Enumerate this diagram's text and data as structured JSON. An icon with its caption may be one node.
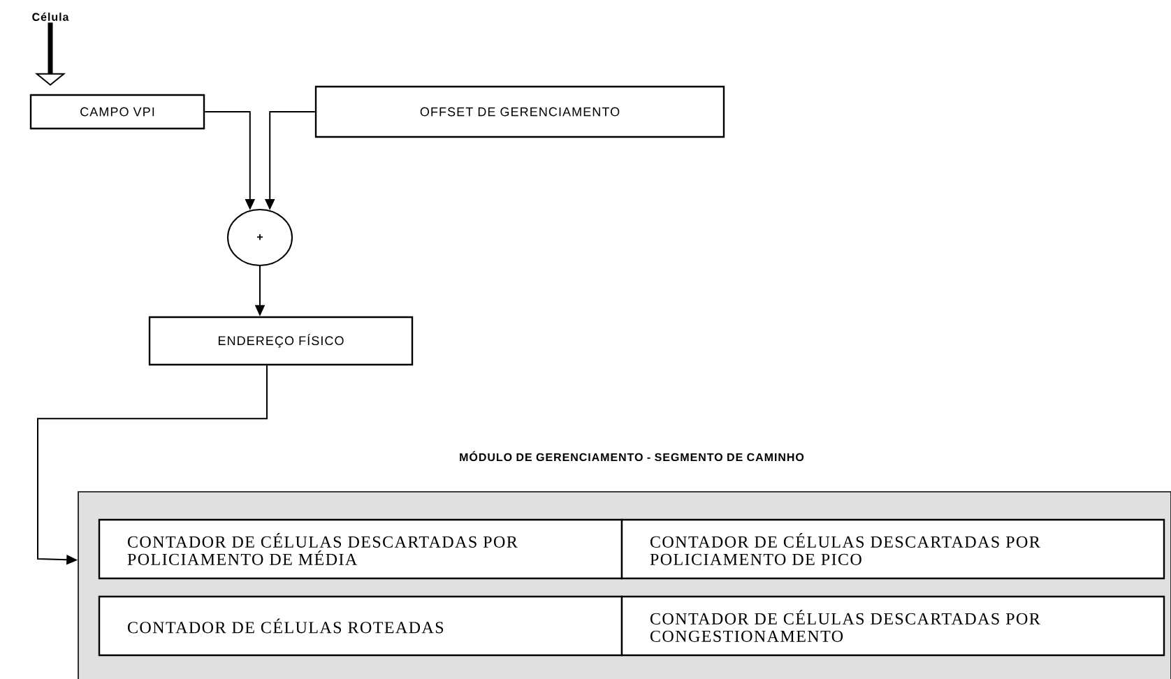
{
  "diagram": {
    "nodes": [
      {
        "text": [
          "Célula"
        ]
      },
      {
        "text": [
          "CAMPO VPI"
        ]
      },
      {
        "text": [
          "OFFSET DE GERENCIAMENTO"
        ]
      },
      {
        "text": [
          "+"
        ]
      },
      {
        "text": [
          "ENDEREÇO FÍSICO"
        ]
      },
      {
        "text": [
          "MÓDULO DE GERENCIAMENTO - SEGMENTO DE CAMINHO"
        ]
      },
      {
        "text": [
          "CONTADOR DE CÉLULAS DESCARTADAS POR POLICIAMENTO DE MÉDIA"
        ],
        "in": 5
      },
      {
        "text": [
          "CONTADOR DE CÉLULAS DESCARTADAS POR POLICIAMENTO DE PICO"
        ],
        "in": 5
      },
      {
        "text": [
          "CONTADOR DE CÉLULAS ROTEADAS"
        ],
        "in": 5
      },
      {
        "text": [
          "CONTADOR DE CÉLULAS DESCARTADAS POR CONGESTIONAMENTO"
        ],
        "in": 5
      }
    ],
    "edges": [
      {
        "from": 0,
        "to": 1,
        "arrow": "to",
        "style": "thick"
      },
      {
        "from": 1,
        "to": 3,
        "arrow": "to"
      },
      {
        "from": 2,
        "to": 3,
        "arrow": "to"
      },
      {
        "from": 3,
        "to": 4,
        "arrow": "to"
      },
      {
        "from": 4,
        "to": 5,
        "arrow": "to"
      }
    ]
  }
}
